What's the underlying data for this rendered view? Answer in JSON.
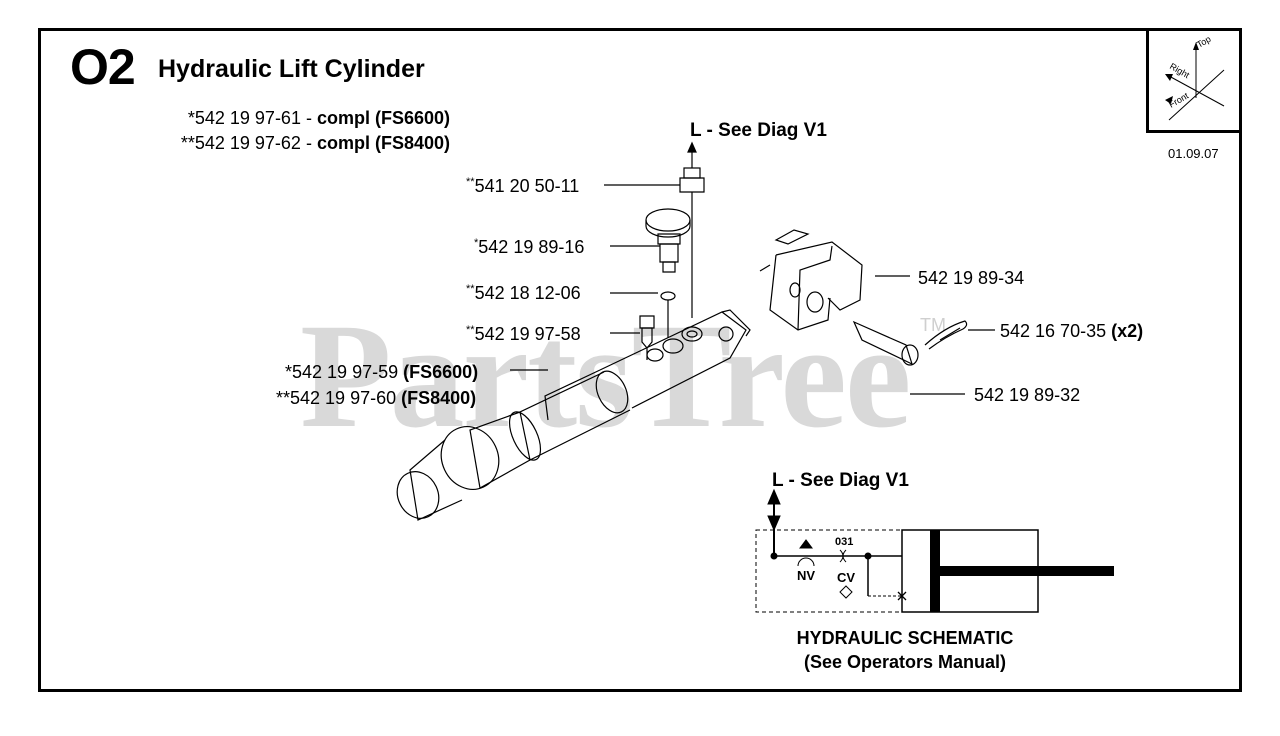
{
  "header": {
    "section_code": "O2",
    "title": "Hydraulic Lift Cylinder",
    "compl_lines": [
      {
        "prefix": "*542 19 97-61 - ",
        "bold": "compl (FS6600)"
      },
      {
        "prefix": "**542 19 97-62 - ",
        "bold": "compl (FS8400)"
      }
    ],
    "date": "01.09.07"
  },
  "orientation": {
    "top": "Top",
    "right": "Right",
    "front": "Front"
  },
  "watermark": {
    "text": "PartsTree",
    "tm": "TM"
  },
  "diagram_refs": {
    "top": "L - See Diag V1",
    "schematic": "L - See Diag V1"
  },
  "part_labels": {
    "p1": {
      "prefix": "**",
      "number": "541 20 50-11"
    },
    "p2": {
      "prefix": "*",
      "number": "542 19 89-16"
    },
    "p3": {
      "prefix": "**",
      "number": "542 18 12-06"
    },
    "p4": {
      "prefix": "**",
      "number": "542 19 97-58"
    },
    "p5": {
      "prefix": "*",
      "number": "542 19 97-59 ",
      "bold": "(FS6600)"
    },
    "p6": {
      "prefix": "**",
      "number": "542 19 97-60 ",
      "bold": "(FS8400)"
    },
    "p7": {
      "number": "542 19 89-34"
    },
    "p8": {
      "number": "542 16 70-35 ",
      "bold": "(x2)"
    },
    "p9": {
      "number": "542 19 89-32"
    }
  },
  "schematic": {
    "nv": "NV",
    "cv": "CV",
    "orifice": "031",
    "title_line1": "HYDRAULIC SCHEMATIC",
    "title_line2": "(See Operators Manual)"
  }
}
